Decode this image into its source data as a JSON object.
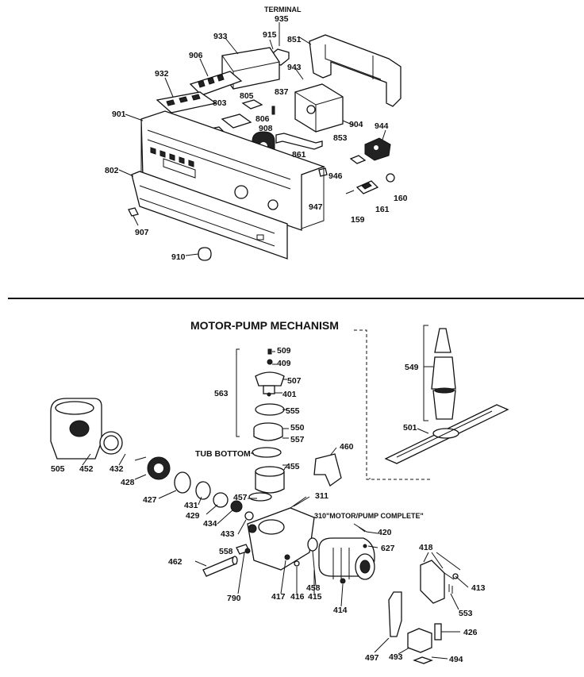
{
  "top_section": {
    "terminal_label": "TERMINAL",
    "parts": [
      "935",
      "915",
      "851",
      "933",
      "906",
      "932",
      "943",
      "837",
      "805",
      "803",
      "806",
      "901",
      "908",
      "904",
      "944",
      "853",
      "861",
      "802",
      "946",
      "947",
      "159",
      "161",
      "160",
      "907",
      "910"
    ]
  },
  "bottom_section": {
    "title": "MOTOR-PUMP MECHANISM",
    "tub_bottom_label": "TUB BOTTOM",
    "motor_pump_complete_label": "310\"MOTOR/PUMP COMPLETE\"",
    "parts": [
      "509",
      "409",
      "507",
      "563",
      "401",
      "555",
      "550",
      "557",
      "549",
      "501",
      "505",
      "452",
      "432",
      "428",
      "427",
      "431",
      "429",
      "434",
      "457",
      "455",
      "460",
      "311",
      "433",
      "420",
      "627",
      "558",
      "462",
      "790",
      "417",
      "416",
      "415",
      "458",
      "414",
      "418",
      "413",
      "553",
      "426",
      "497",
      "493",
      "494"
    ]
  }
}
